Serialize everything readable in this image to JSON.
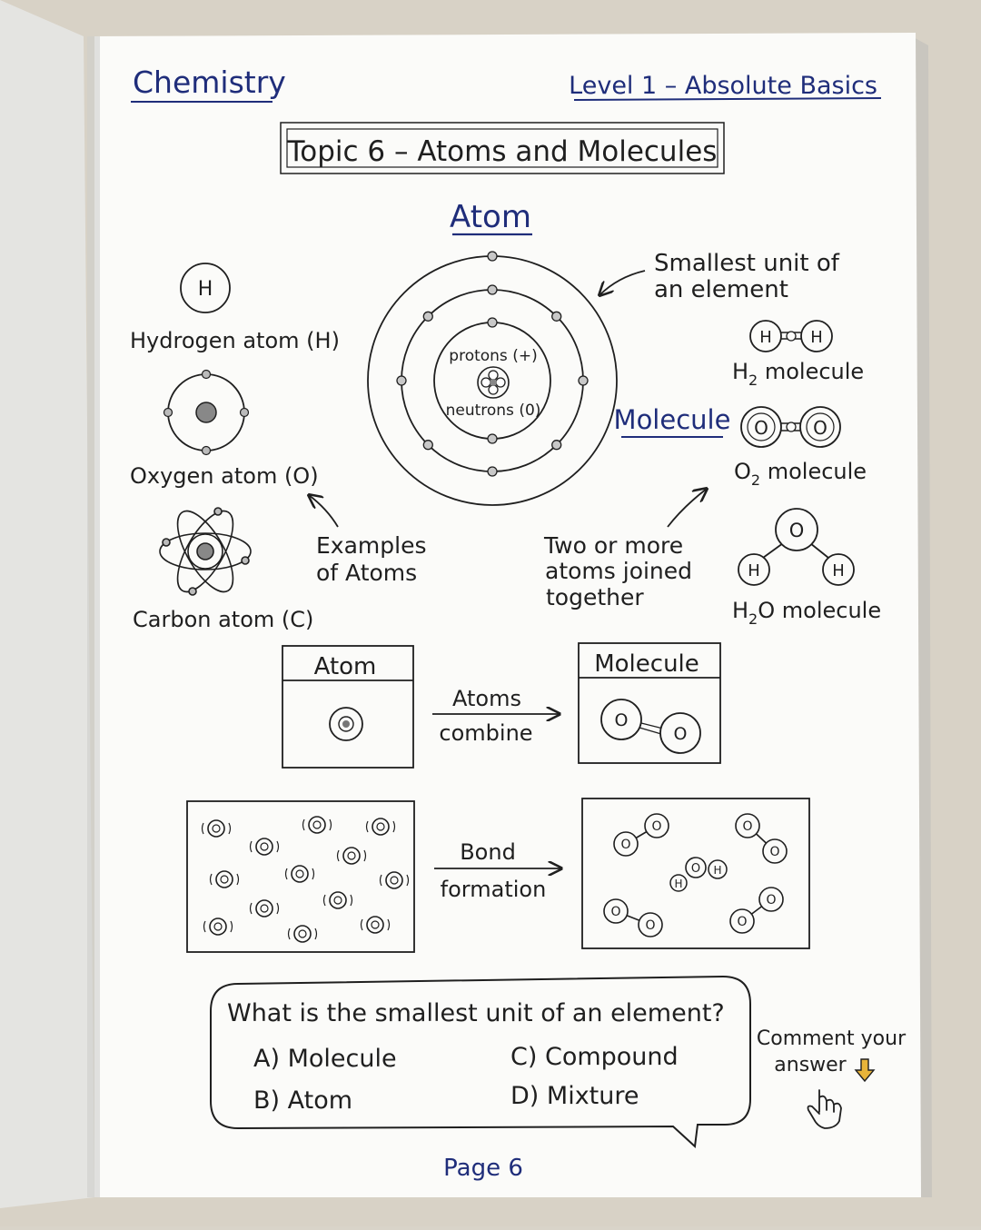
{
  "header": {
    "subject": "Chemistry",
    "level": "Level 1 – Absolute Basics",
    "topic": "Topic 6 – Atoms and Molecules"
  },
  "atom_section": {
    "heading": "Atom",
    "definition_line1": "Smallest unit of",
    "definition_line2": "an element",
    "nucleus_protons": "protons (+)",
    "nucleus_neutrons": "neutrons (0)"
  },
  "examples": {
    "hydrogen_symbol": "H",
    "hydrogen_label": "Hydrogen atom (H)",
    "oxygen_label": "Oxygen atom (O)",
    "carbon_label": "Carbon atom (C)",
    "caption_line1": "Examples",
    "caption_line2": "of Atoms"
  },
  "molecule_section": {
    "heading": "Molecule",
    "definition_line1": "Two or more",
    "definition_line2": "atoms joined",
    "definition_line3": "together",
    "h2_atom": "H",
    "h2_label": "H",
    "h2_sub": "2",
    "h2_suffix": " molecule",
    "o2_atom": "O",
    "o2_label": "O",
    "o2_sub": "2",
    "o2_suffix": " molecule",
    "water_o": "O",
    "water_h": "H",
    "water_label": "H",
    "water_sub": "2",
    "water_suffix": "O molecule"
  },
  "combine_diagram": {
    "atom_box_title": "Atom",
    "molecule_box_title": "Molecule",
    "arrow_line1": "Atoms",
    "arrow_line2": "combine",
    "o_symbol": "O"
  },
  "bond_diagram": {
    "arrow_line1": "Bond",
    "arrow_line2": "formation",
    "o_symbol": "O",
    "h_symbol": "H"
  },
  "quiz": {
    "question": "What is the smallest unit of an element?",
    "option_a": "A) Molecule",
    "option_b": "B) Atom",
    "option_c": "C) Compound",
    "option_d": "D) Mixture",
    "cta_line1": "Comment your",
    "cta_line2": "answer"
  },
  "footer": {
    "page": "Page 6"
  },
  "colors": {
    "ink": "#1f1f1f",
    "blue_ink": "#1f2d7a",
    "paper": "#fbfbf9",
    "left_page": "#e6e6e3",
    "arrow_yellow": "#e8b43a"
  }
}
